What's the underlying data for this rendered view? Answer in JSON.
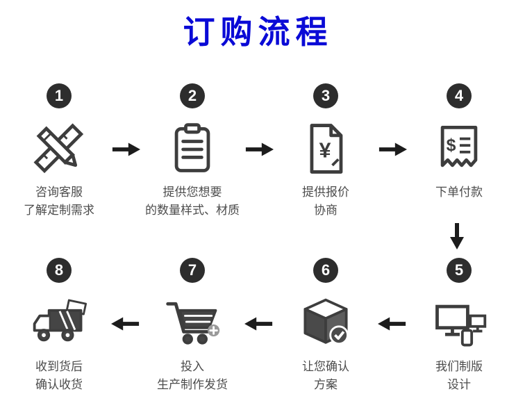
{
  "title": "订购流程",
  "steps": [
    {
      "number": "1",
      "label": "咨询客服\n了解定制需求",
      "icon": "pencil-ruler-icon"
    },
    {
      "number": "2",
      "label": "提供您想要\n的数量样式、材质",
      "icon": "clipboard-icon"
    },
    {
      "number": "3",
      "label": "提供报价\n协商",
      "icon": "quote-document-icon"
    },
    {
      "number": "4",
      "label": "下单付款",
      "icon": "receipt-icon"
    },
    {
      "number": "5",
      "label": "我们制版\n设计",
      "icon": "devices-icon"
    },
    {
      "number": "6",
      "label": "让您确认\n方案",
      "icon": "package-check-icon"
    },
    {
      "number": "7",
      "label": "投入\n生产制作发货",
      "icon": "cart-icon"
    },
    {
      "number": "8",
      "label": "收到货后\n确认收货",
      "icon": "truck-icon"
    }
  ],
  "colors": {
    "title": "#0a0ad6",
    "circle": "#2d2d2d",
    "icon_stroke": "#3d3d3d",
    "text": "#4c4c4c",
    "arrow": "#1c1c1c",
    "background": "#ffffff"
  }
}
